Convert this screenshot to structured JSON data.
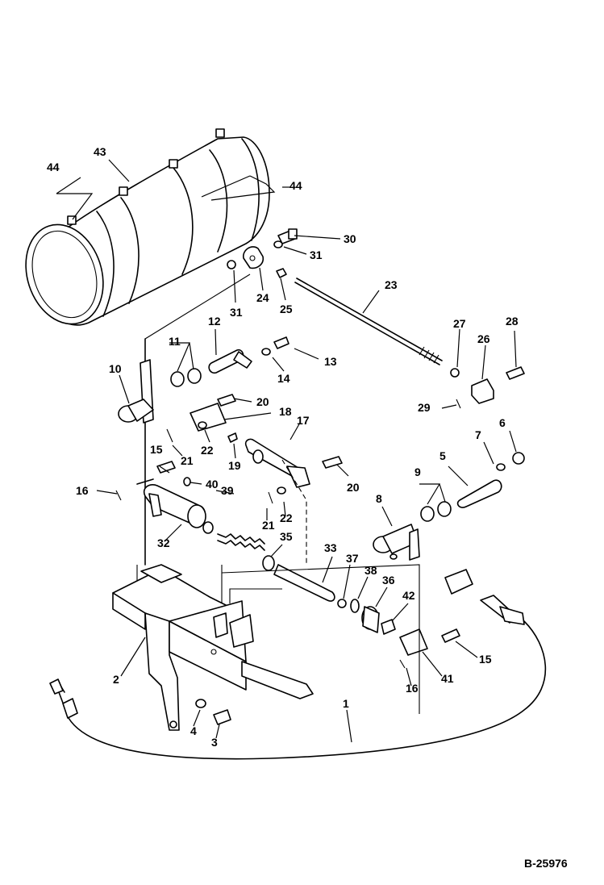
{
  "drawing_id": "B-25976",
  "labels": [
    {
      "id": "p44a",
      "text": "44"
    },
    {
      "id": "p43",
      "text": "43"
    },
    {
      "id": "p44b",
      "text": "44"
    },
    {
      "id": "p30",
      "text": "30"
    },
    {
      "id": "p31a",
      "text": "31"
    },
    {
      "id": "p31b",
      "text": "31"
    },
    {
      "id": "p24",
      "text": "24"
    },
    {
      "id": "p25",
      "text": "25"
    },
    {
      "id": "p23",
      "text": "23"
    },
    {
      "id": "p12",
      "text": "12"
    },
    {
      "id": "p11",
      "text": "11"
    },
    {
      "id": "p10",
      "text": "10"
    },
    {
      "id": "p13",
      "text": "13"
    },
    {
      "id": "p14",
      "text": "14"
    },
    {
      "id": "p27",
      "text": "27"
    },
    {
      "id": "p26",
      "text": "26"
    },
    {
      "id": "p28",
      "text": "28"
    },
    {
      "id": "p29",
      "text": "29"
    },
    {
      "id": "p20a",
      "text": "20"
    },
    {
      "id": "p18",
      "text": "18"
    },
    {
      "id": "p17",
      "text": "17"
    },
    {
      "id": "p22a",
      "text": "22"
    },
    {
      "id": "p21a",
      "text": "21"
    },
    {
      "id": "p19",
      "text": "19"
    },
    {
      "id": "p15a",
      "text": "15"
    },
    {
      "id": "p16a",
      "text": "16"
    },
    {
      "id": "p40",
      "text": "40"
    },
    {
      "id": "p39",
      "text": "39"
    },
    {
      "id": "p20b",
      "text": "20"
    },
    {
      "id": "p7",
      "text": "7"
    },
    {
      "id": "p6",
      "text": "6"
    },
    {
      "id": "p5",
      "text": "5"
    },
    {
      "id": "p9",
      "text": "9"
    },
    {
      "id": "p8",
      "text": "8"
    },
    {
      "id": "p21b",
      "text": "21"
    },
    {
      "id": "p22b",
      "text": "22"
    },
    {
      "id": "p32",
      "text": "32"
    },
    {
      "id": "p35",
      "text": "35"
    },
    {
      "id": "p33",
      "text": "33"
    },
    {
      "id": "p37",
      "text": "37"
    },
    {
      "id": "p38",
      "text": "38"
    },
    {
      "id": "p36",
      "text": "36"
    },
    {
      "id": "p42",
      "text": "42"
    },
    {
      "id": "p15b",
      "text": "15"
    },
    {
      "id": "p41",
      "text": "41"
    },
    {
      "id": "p16b",
      "text": "16"
    },
    {
      "id": "p2",
      "text": "2"
    },
    {
      "id": "p1",
      "text": "1"
    },
    {
      "id": "p4",
      "text": "4"
    },
    {
      "id": "p3",
      "text": "3"
    }
  ]
}
